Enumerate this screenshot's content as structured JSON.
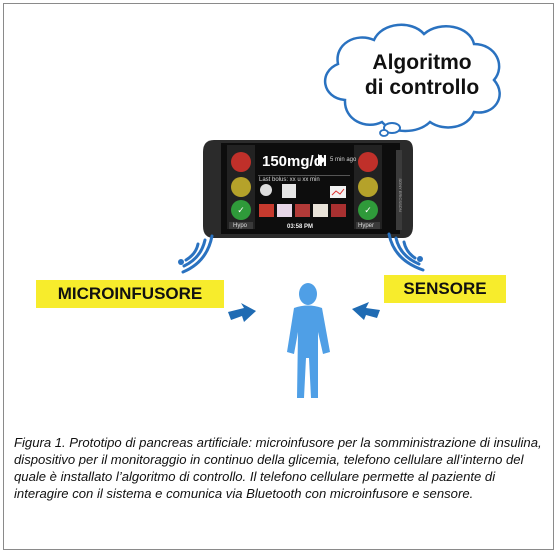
{
  "diagram": {
    "cloud": {
      "line1": "Algoritmo",
      "line2": "di controllo"
    },
    "labels": {
      "micro": "MICROINFUSORE",
      "sensore": "SENSORE"
    },
    "phone": {
      "glucose": "150mg/dl",
      "trend_note": "5 min ago",
      "last_bolus": "Last bolus: xx u xx min",
      "time": "03:58 PM",
      "left_button": "Hypo",
      "right_button": "Hyper"
    }
  },
  "caption": "Figura 1. Prototipo di pancreas artificiale: microinfusore per la somministrazione di insulina, dispositivo per il monitoraggio in continuo della glicemia, telefono cellulare all’interno del quale è installato l’algoritmo di controllo. Il telefono cellulare permette al paziente di interagire con il sistema e comunica via Bluetooth con microinfusore e sensore.",
  "colors": {
    "label_bg": "#f7ec2c",
    "arrow": "#1f6bb3",
    "person": "#4f9fe6",
    "cloud_border": "#2a72c0"
  }
}
